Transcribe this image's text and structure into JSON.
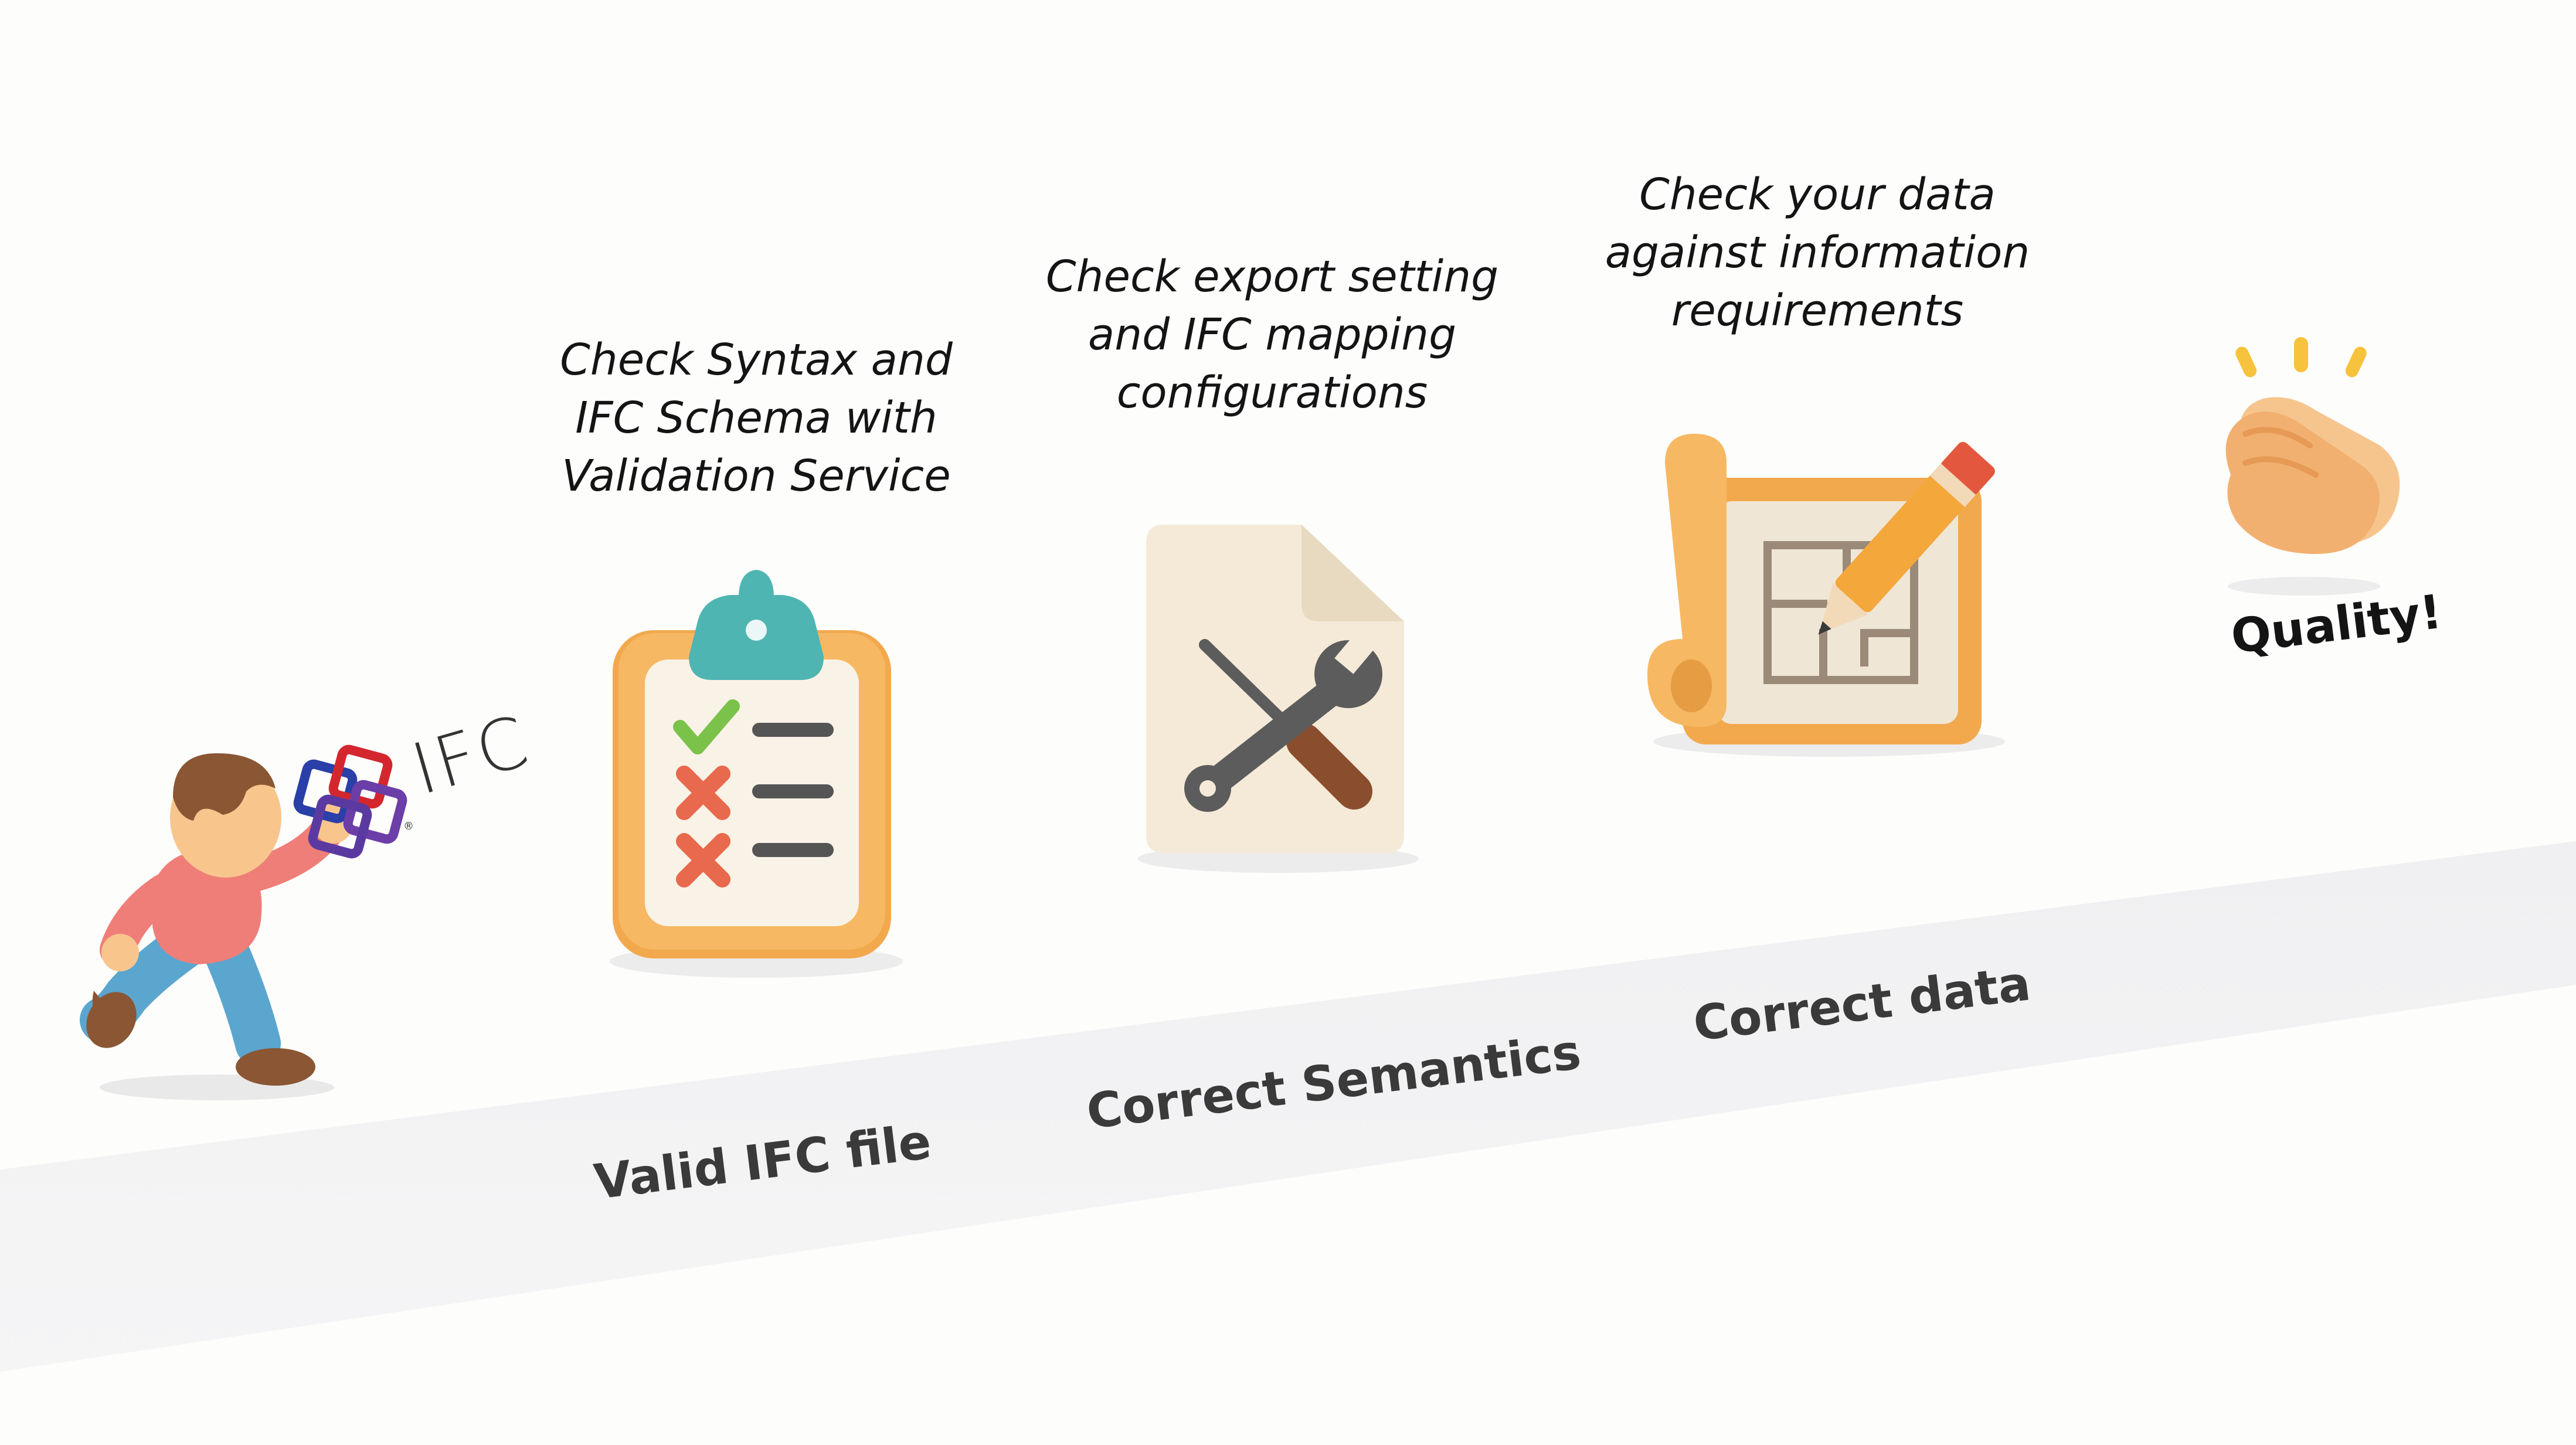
{
  "steps": [
    {
      "caption": [
        "Check Syntax and",
        "IFC Schema with",
        "Validation Service"
      ],
      "label": "Valid IFC file",
      "icon": "clipboard-checklist-icon"
    },
    {
      "caption": [
        "Check export setting",
        "and IFC mapping",
        "configurations"
      ],
      "label": "Correct Semantics",
      "icon": "document-tools-icon"
    },
    {
      "caption": [
        "Check your data",
        "against information",
        "requirements"
      ],
      "label": "Correct data",
      "icon": "blueprint-pencil-icon"
    }
  ],
  "finish": {
    "label": "Quality!",
    "icon": "clapping-hands-icon"
  },
  "logo": {
    "text": "IFC",
    "icon": "ifc-logo-icon"
  },
  "colors": {
    "ramp": "#f1f1f3",
    "orange": "#f2a94e",
    "teal": "#4fb5b2",
    "cross": "#e8694d",
    "check": "#7bc24a"
  }
}
